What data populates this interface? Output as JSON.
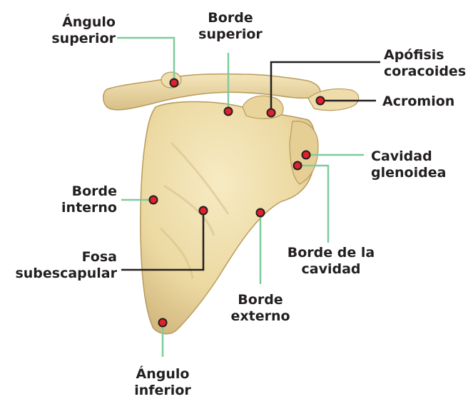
{
  "labels": {
    "angulo_superior": [
      "Ángulo",
      "superior"
    ],
    "borde_superior": [
      "Borde",
      "superior"
    ],
    "apofisis": [
      "Apófisis",
      "coracoides"
    ],
    "acromion": [
      "Acromion"
    ],
    "cavidad": [
      "Cavidad",
      "glenoidea"
    ],
    "borde_interno": [
      "Borde",
      "interno"
    ],
    "borde_cavidad": [
      "Borde de la",
      "cavidad"
    ],
    "fosa": [
      "Fosa",
      "subescapular"
    ],
    "borde_externo": [
      "Borde",
      "externo"
    ],
    "angulo_inferior": [
      "Ángulo",
      "inferior"
    ]
  },
  "colors": {
    "bone": "#ecd9a2",
    "bone_shadow": "#c9ad6e",
    "leader_green": "#7fcb9d",
    "leader_black": "#231f20",
    "marker": "#e2202e"
  }
}
